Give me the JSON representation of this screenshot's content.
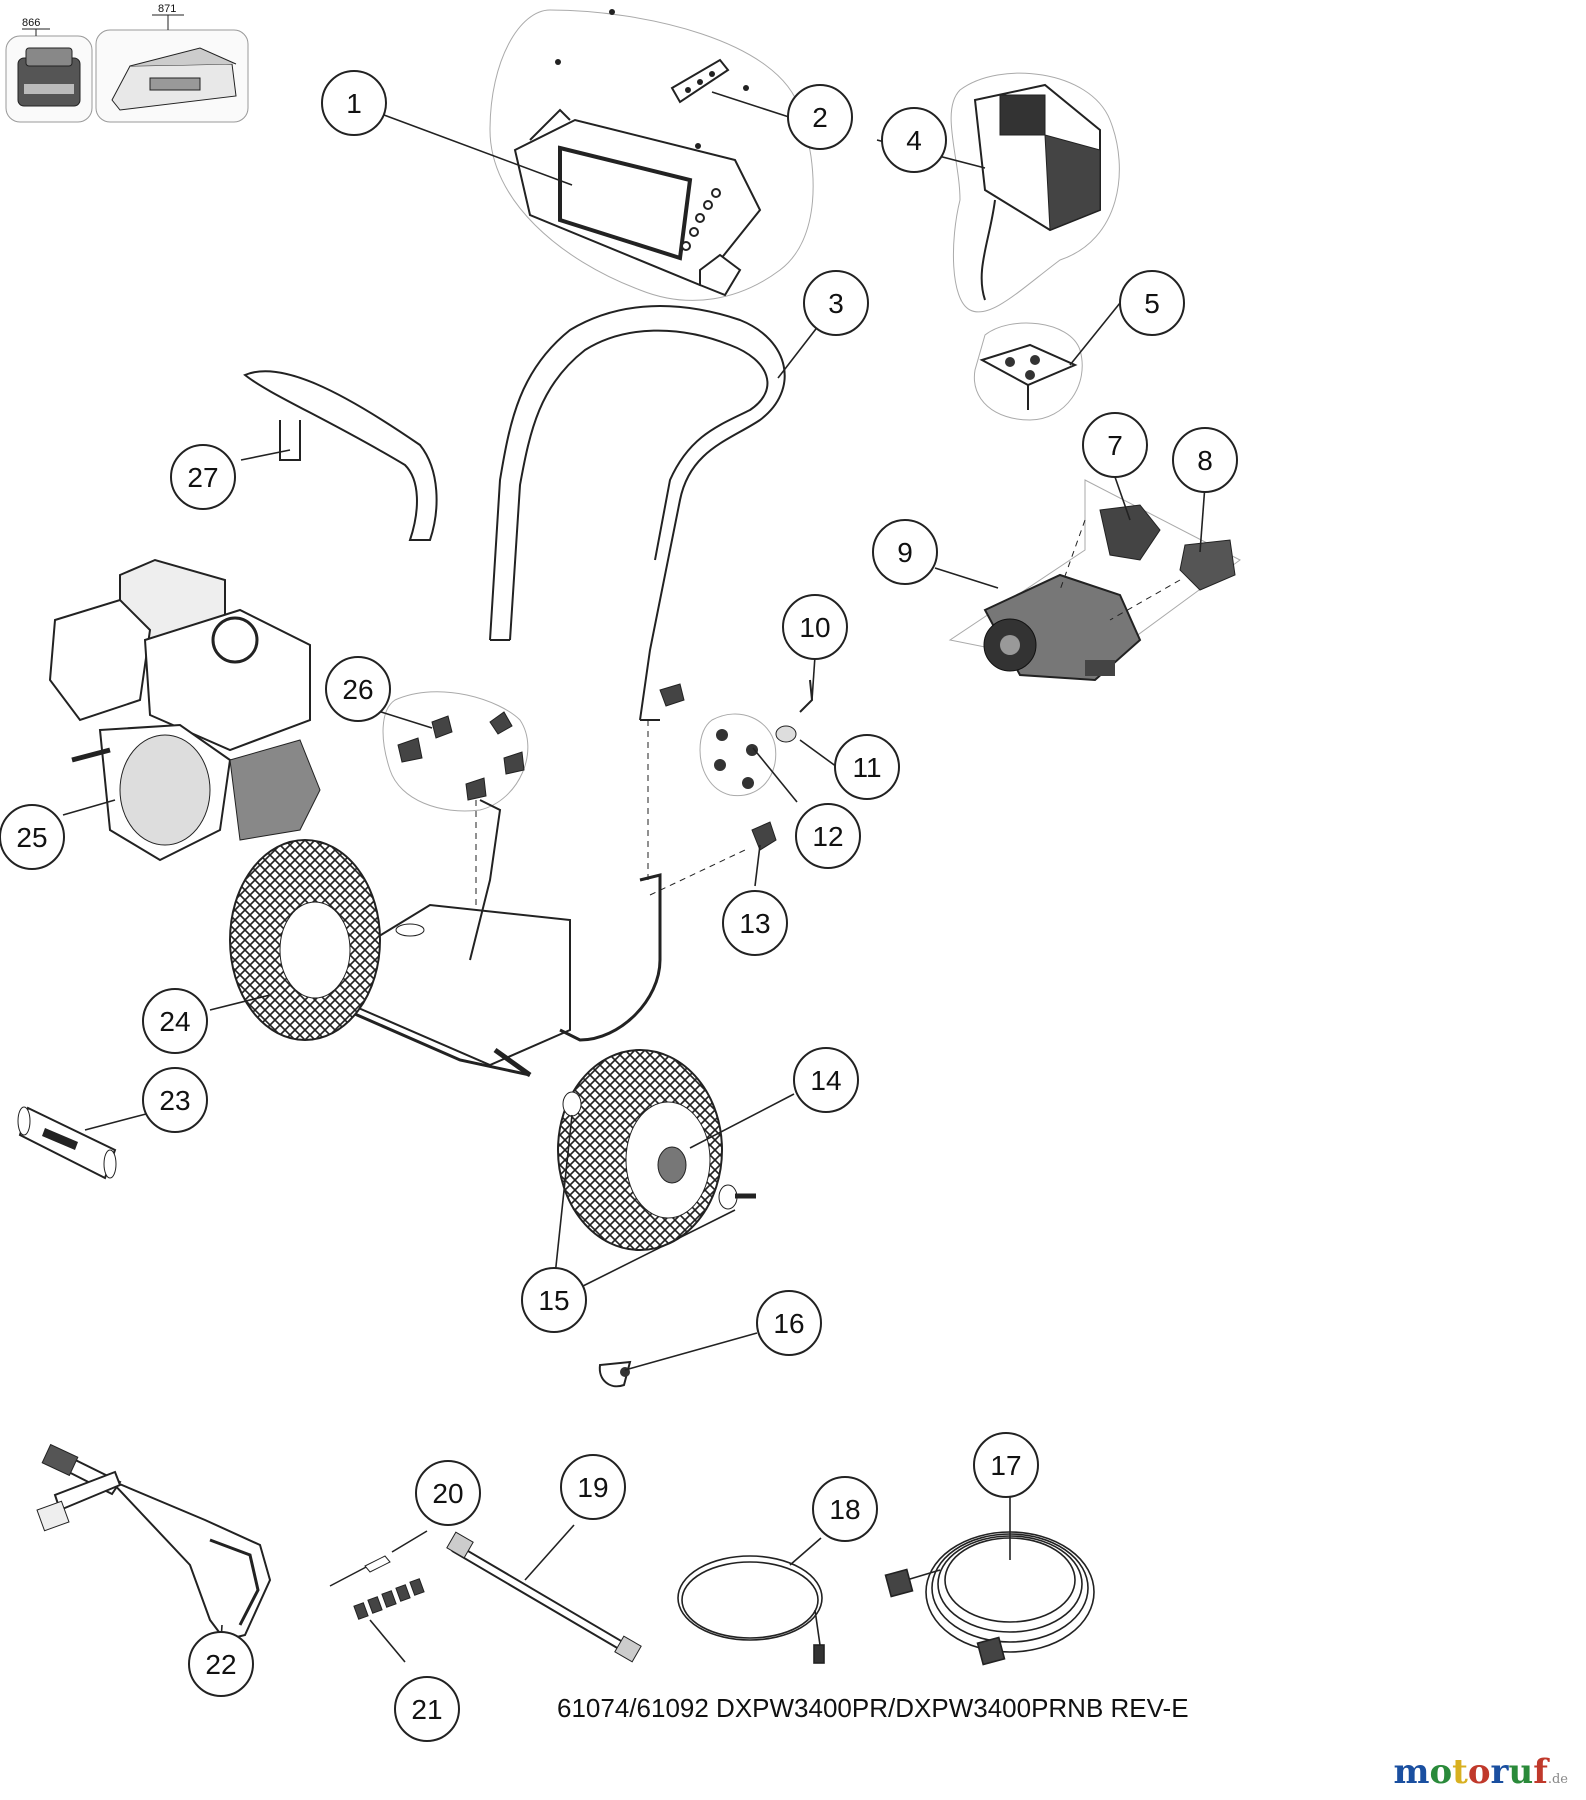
{
  "thumbnails": [
    {
      "label": "866",
      "icon": "battery-pack-icon"
    },
    {
      "label": "871",
      "icon": "charger-icon"
    }
  ],
  "callouts": [
    "1",
    "2",
    "3",
    "4",
    "5",
    "7",
    "8",
    "9",
    "10",
    "11",
    "12",
    "13",
    "14",
    "15",
    "16",
    "17",
    "18",
    "19",
    "20",
    "21",
    "22",
    "23",
    "24",
    "25",
    "26",
    "27"
  ],
  "footer": "61074/61092  DXPW3400PR/DXPW3400PRNB REV-E",
  "brand": {
    "text": "motoruf",
    "suffix": ".de",
    "colors": [
      "#1a4fa0",
      "#2a8a3a",
      "#d8b020",
      "#c0392b",
      "#1a4fa0",
      "#2a8a3a",
      "#c0392b"
    ]
  }
}
